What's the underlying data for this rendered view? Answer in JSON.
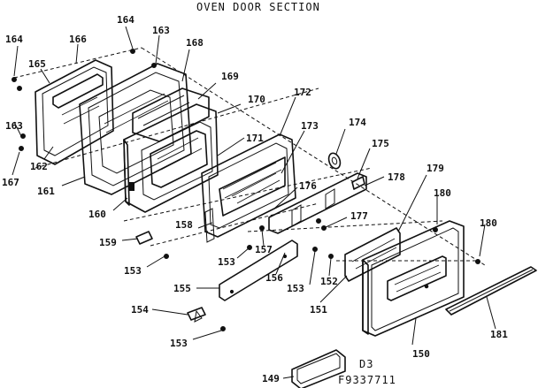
{
  "title": "OVEN DOOR SECTION",
  "footer": {
    "code": "D3",
    "part_number": "F9337711"
  },
  "labels": {
    "p149": "149",
    "p150": "150",
    "p151": "151",
    "p152": "152",
    "p153a": "153",
    "p153b": "153",
    "p153c": "153",
    "p153d": "153",
    "p154": "154",
    "p155": "155",
    "p156": "156",
    "p157": "157",
    "p158": "158",
    "p159": "159",
    "p160": "160",
    "p161": "161",
    "p162": "162",
    "p163a": "163",
    "p163b": "163",
    "p164a": "164",
    "p164b": "164",
    "p165": "165",
    "p166": "166",
    "p167": "167",
    "p168": "168",
    "p169": "169",
    "p170": "170",
    "p171": "171",
    "p172": "172",
    "p173": "173",
    "p174": "174",
    "p175": "175",
    "p176": "176",
    "p177": "177",
    "p178": "178",
    "p179": "179",
    "p180a": "180",
    "p180b": "180",
    "p181": "181"
  }
}
